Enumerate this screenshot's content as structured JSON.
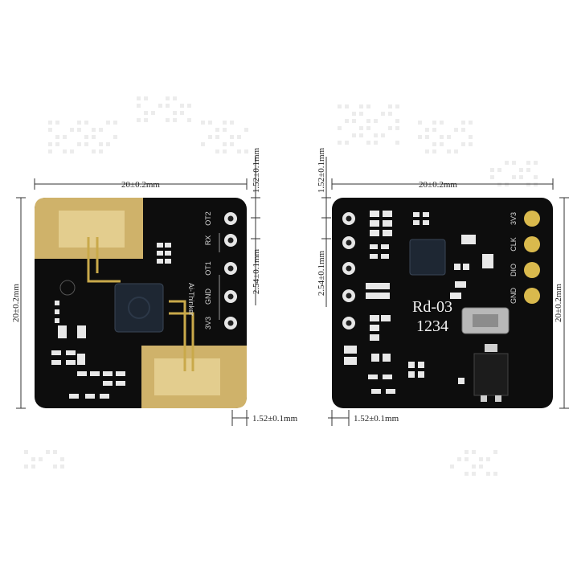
{
  "front_board": {
    "dim_width": "20±0.2mm",
    "dim_height": "20±0.2mm",
    "dim_top_right": "1.52±0.1mm",
    "dim_pitch": "2.54±0.1mm",
    "dim_bottom_right": "1.52±0.1mm",
    "pins": [
      "OT2",
      "RX",
      "OT1",
      "GND",
      "3V3"
    ],
    "brand_text": "Ai-Thinker"
  },
  "back_board": {
    "dim_width": "20±0.2mm",
    "dim_height": "20±0.2mm",
    "dim_top_left": "1.52±0.1mm",
    "dim_pitch": "2.54±0.1mm",
    "dim_bottom_left": "1.52±0.1mm",
    "pins": [
      "3V3",
      "CLK",
      "DIO",
      "GND"
    ],
    "model": "Rd-03",
    "serial": "1234"
  },
  "colors": {
    "pcb": "#0d0d0d",
    "antenna_patch": "#d9c283",
    "gold_pad": "#d9b94d",
    "trace": "#c9a94a"
  }
}
